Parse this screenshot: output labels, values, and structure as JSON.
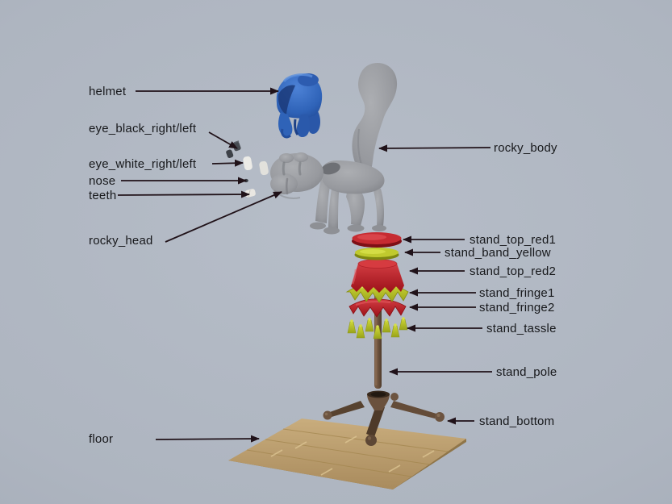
{
  "scene": {
    "background": "#aeb5c0",
    "label_color": "#17181b",
    "arrow_color": "#201219"
  },
  "parts": {
    "helmet": {
      "label": "helmet",
      "color": "#3568c0"
    },
    "eye_black": {
      "label": "eye_black_right/left",
      "color": "#474b52"
    },
    "eye_white": {
      "label": "eye_white_right/left",
      "color": "#eae9e5"
    },
    "nose": {
      "label": "nose",
      "color": "#3a3e44"
    },
    "teeth": {
      "label": "teeth",
      "color": "#e9e7e2"
    },
    "rocky_head": {
      "label": "rocky_head",
      "color": "#9b9da2"
    },
    "rocky_body": {
      "label": "rocky_body",
      "color": "#9b9da2"
    },
    "stand_top_red1": {
      "label": "stand_top_red1",
      "color": "#c62b31"
    },
    "stand_band_yellow": {
      "label": "stand_band_yellow",
      "color": "#c0ca2e"
    },
    "stand_top_red2": {
      "label": "stand_top_red2",
      "color": "#c22026"
    },
    "stand_fringe1": {
      "label": "stand_fringe1",
      "color": "#bfc92c"
    },
    "stand_fringe2": {
      "label": "stand_fringe2",
      "color": "#c22026"
    },
    "stand_tassle": {
      "label": "stand_tassle",
      "color": "#b9c32b"
    },
    "stand_pole": {
      "label": "stand_pole",
      "color": "#6d543f"
    },
    "stand_bottom": {
      "label": "stand_bottom",
      "color": "#5e4937"
    },
    "floor": {
      "label": "floor",
      "color": "#c0a26f"
    }
  }
}
